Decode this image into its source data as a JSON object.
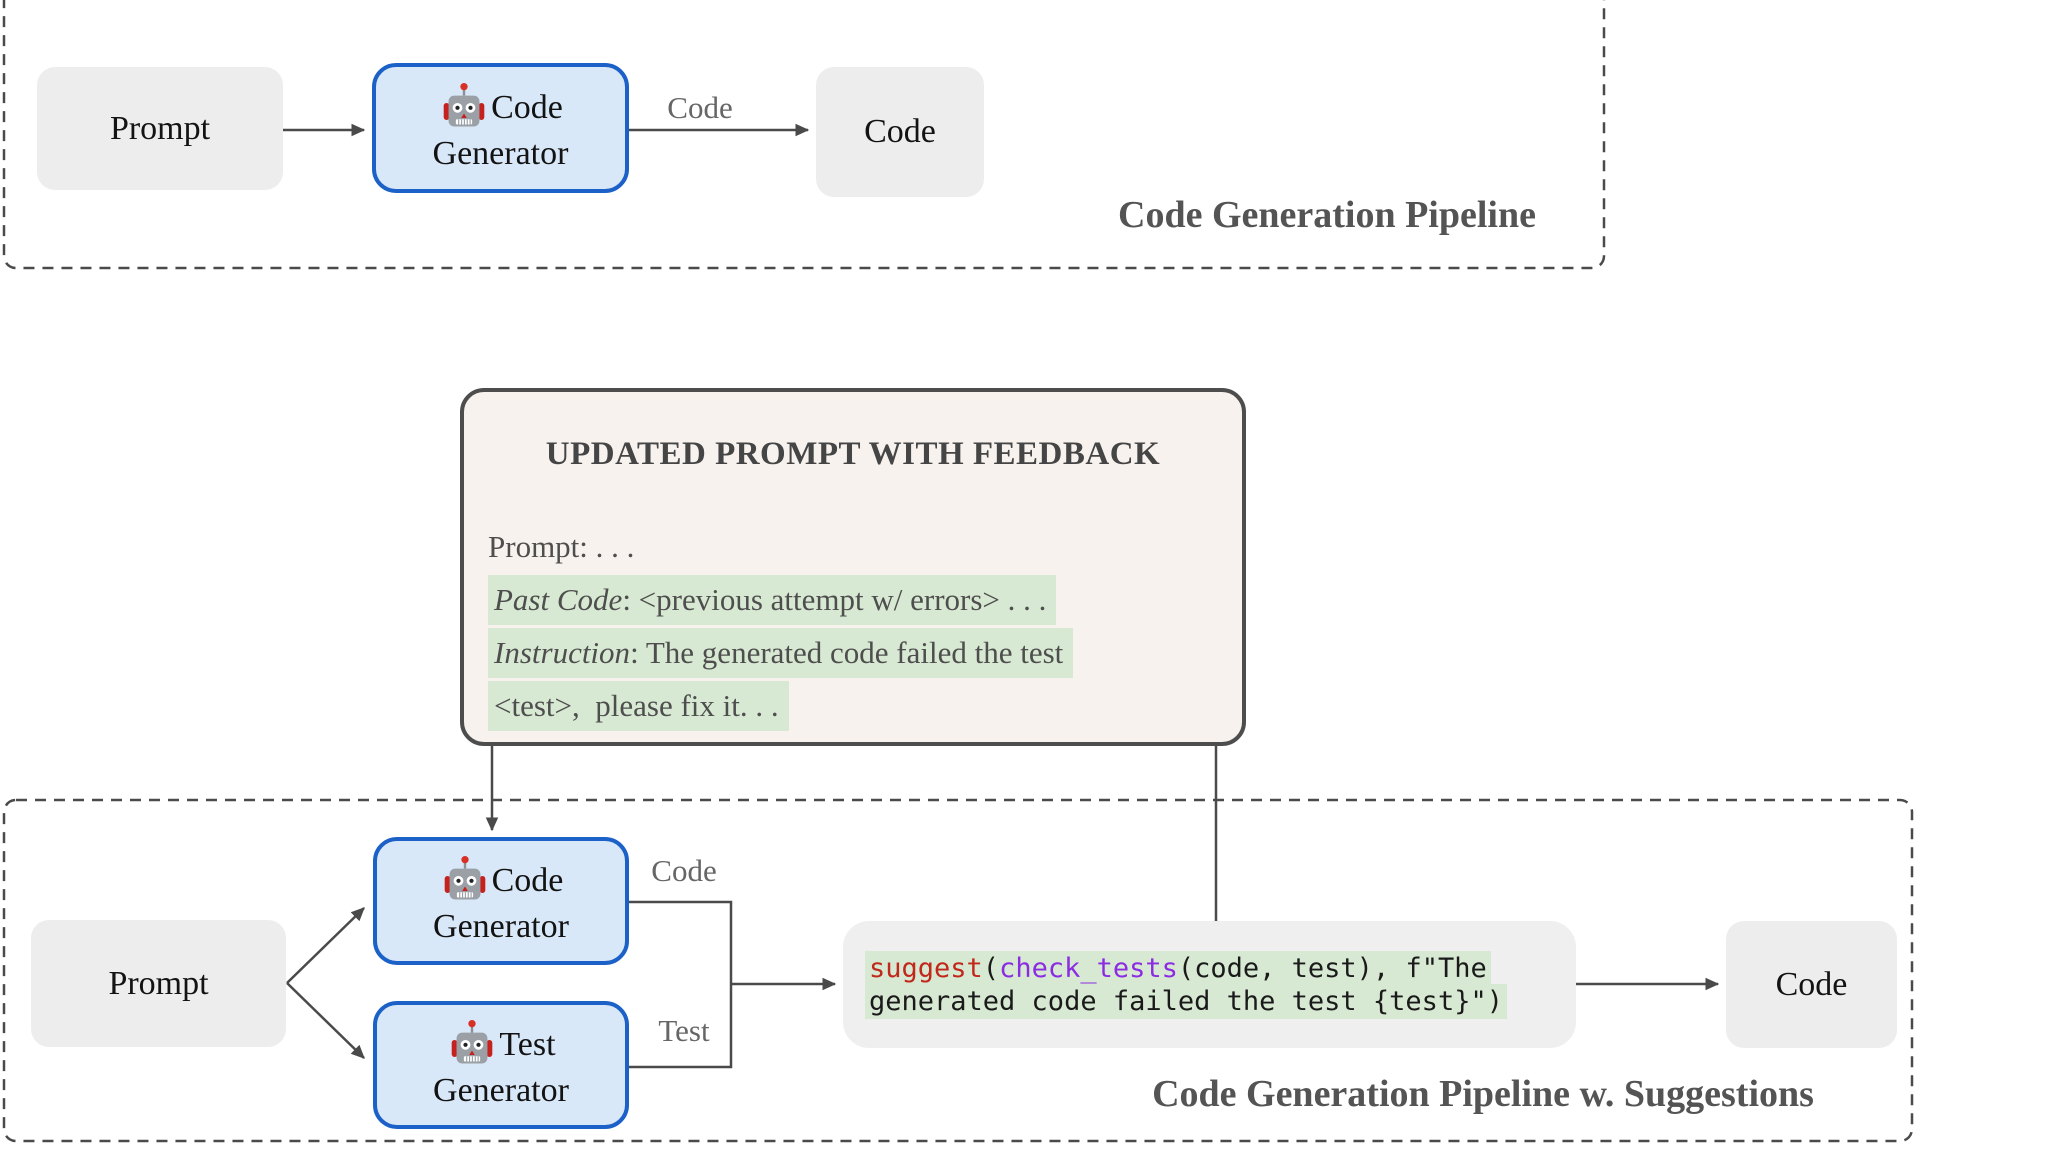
{
  "colors": {
    "blue_border": "#1b61c7",
    "blue_fill": "#d9e8f8",
    "node_gray_fill": "#ededed",
    "feedback_fill": "#f7f2ee",
    "feedback_border": "#4d4d4d",
    "highlight_green": "#d8e9d3",
    "line_gray": "#4a4a4a",
    "title_gray": "#545454",
    "code_red": "#c0281c",
    "code_purple": "#8b2be2"
  },
  "top_pipeline": {
    "title": "Code Generation Pipeline",
    "prompt_node": "Prompt",
    "generator_node": {
      "line1_text": "Code",
      "line2_text": "Generator"
    },
    "edge_label_code": "Code",
    "code_node": "Code"
  },
  "feedback_box": {
    "title": "UPDATED PROMPT WITH FEEDBACK",
    "line1": "Prompt: . . .",
    "line2_label": "Past Code",
    "line2_text": ": <previous attempt w/ errors> . . .",
    "line3_label": "Instruction",
    "line3_text": ": The generated code failed the test",
    "line4": "<test>,  please fix it. . ."
  },
  "bottom_pipeline": {
    "title": "Code Generation Pipeline w. Suggestions",
    "prompt_node": "Prompt",
    "code_generator_node": {
      "line1_text": "Code",
      "line2_text": "Generator"
    },
    "test_generator_node": {
      "line1_text": "Test",
      "line2_text": "Generator"
    },
    "edge_label_code": "Code",
    "edge_label_test": "Test",
    "code_node": "Code",
    "suggest_call": {
      "fn": "suggest",
      "paren": "(",
      "inner_fn": "check_tests",
      "args": "(code, test), f\"The",
      "line2": "generated code failed the test {test}\")"
    }
  }
}
